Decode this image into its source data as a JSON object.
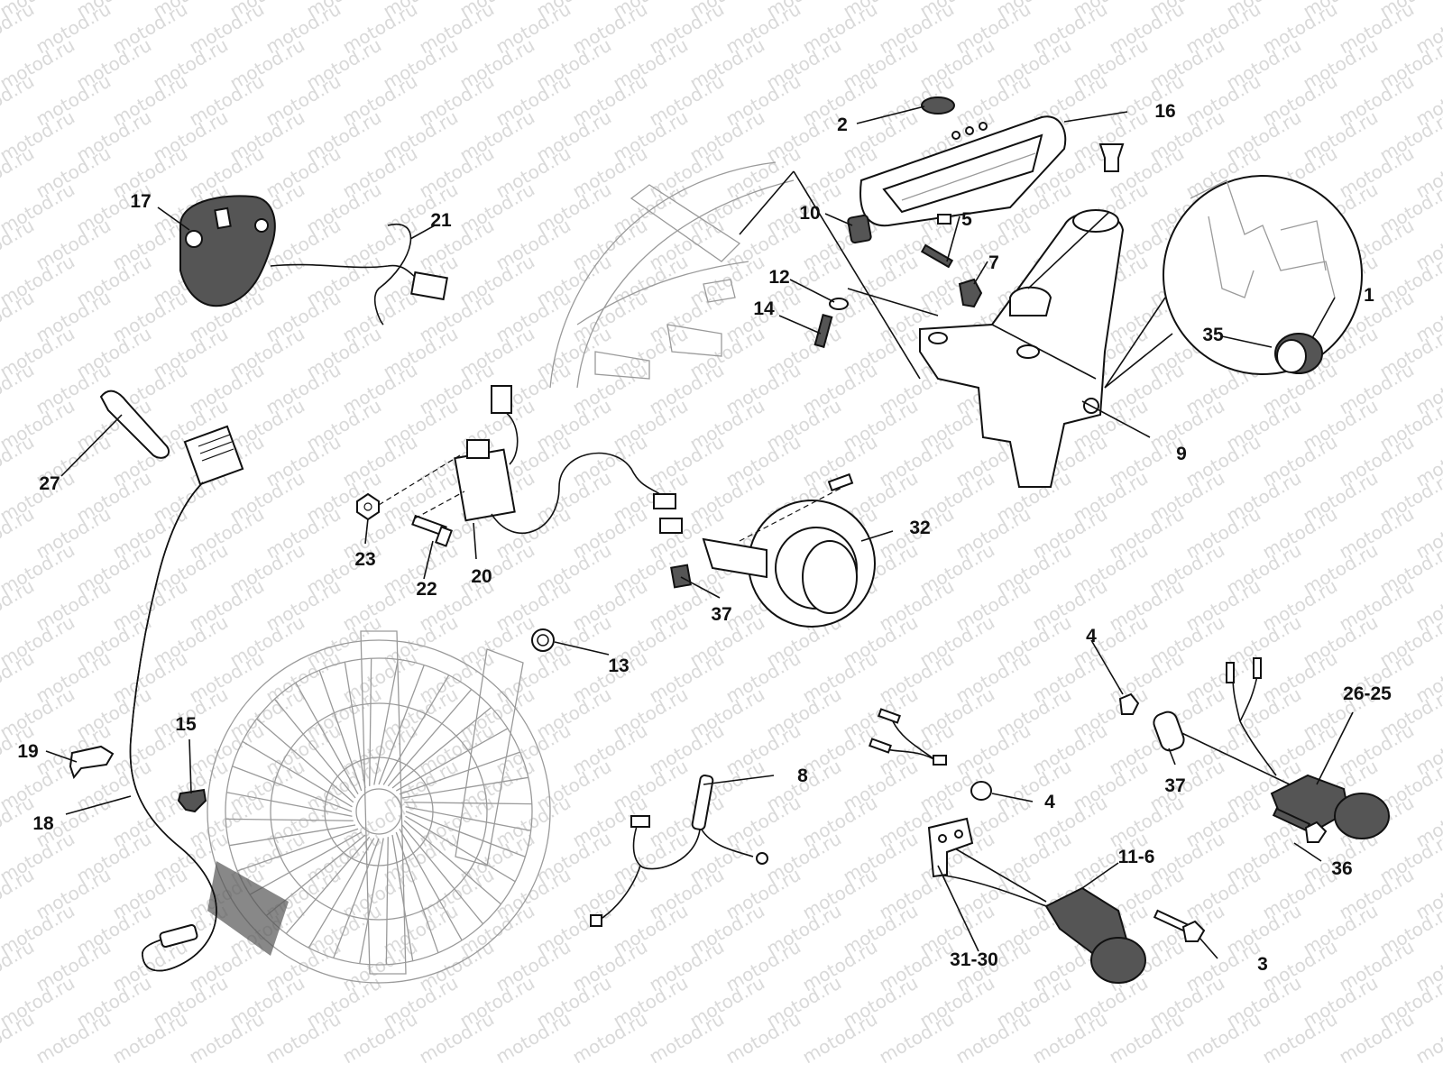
{
  "watermark": "motod.ru",
  "labels": {
    "l1": "1",
    "l2": "2",
    "l3": "3",
    "l4a": "4",
    "l4b": "4",
    "l5": "5",
    "l7": "7",
    "l8": "8",
    "l9": "9",
    "l10": "10",
    "l11_6": "11-6",
    "l12": "12",
    "l13": "13",
    "l14": "14",
    "l15": "15",
    "l16": "16",
    "l17": "17",
    "l18": "18",
    "l19": "19",
    "l20": "20",
    "l21": "21",
    "l22": "22",
    "l23": "23",
    "l26_25": "26-25",
    "l27": "27",
    "l31_30": "31-30",
    "l32": "32",
    "l35": "35",
    "l36": "36",
    "l37a": "37",
    "l37b": "37"
  }
}
